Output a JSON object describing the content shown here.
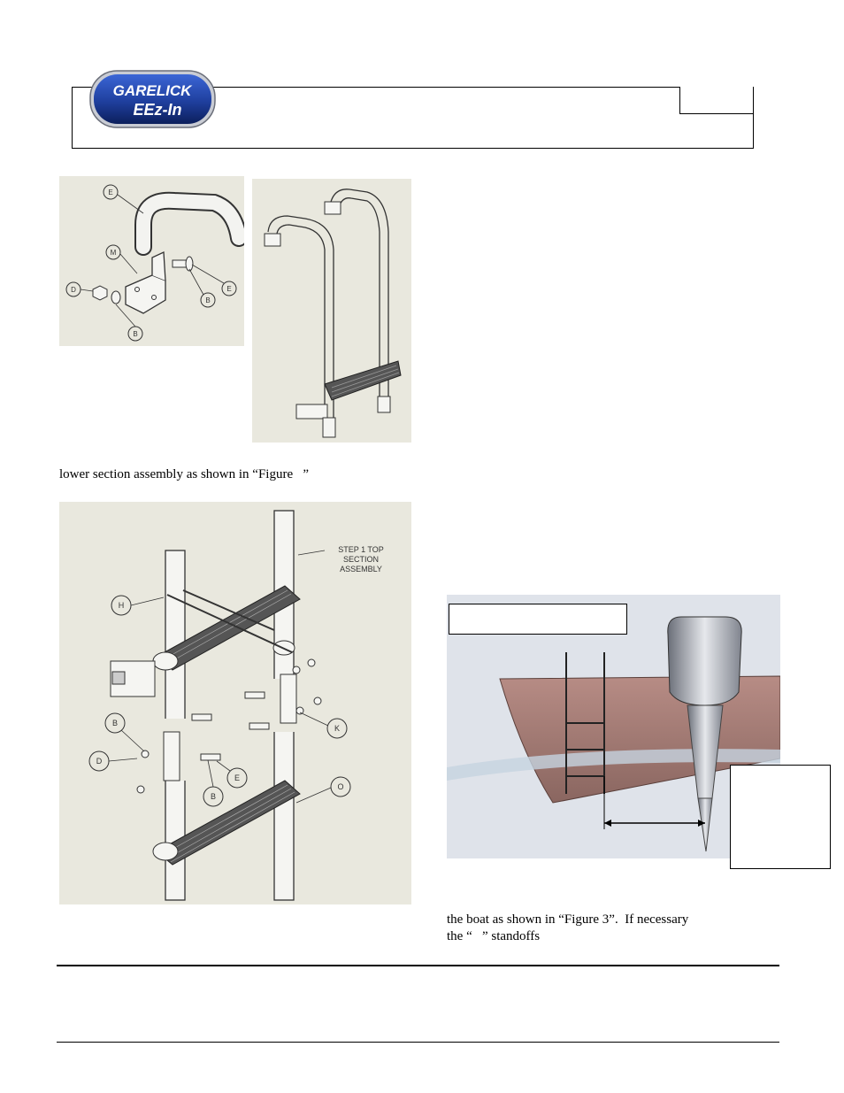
{
  "logo": {
    "brand": "GARELICK",
    "sub": "EEz-In",
    "colors": {
      "blue": "#1f3f9e",
      "dark": "#0c1f5c",
      "silver": "#c9ccd4"
    }
  },
  "figure1": {
    "part_labels": [
      "E",
      "M",
      "D",
      "B",
      "B",
      "E"
    ]
  },
  "figure2": {
    "part_labels": [
      "H",
      "B",
      "D",
      "B",
      "E",
      "K",
      "O"
    ],
    "annotation": [
      "STEP 1 TOP",
      "SECTION",
      "ASSEMBLY"
    ]
  },
  "text": {
    "line_left": "lower section assembly as shown in “Figure   ”",
    "line_right_1": "the boat as shown in “Figure 3”.  If necessary",
    "line_right_2": "the “   ” standoffs"
  }
}
